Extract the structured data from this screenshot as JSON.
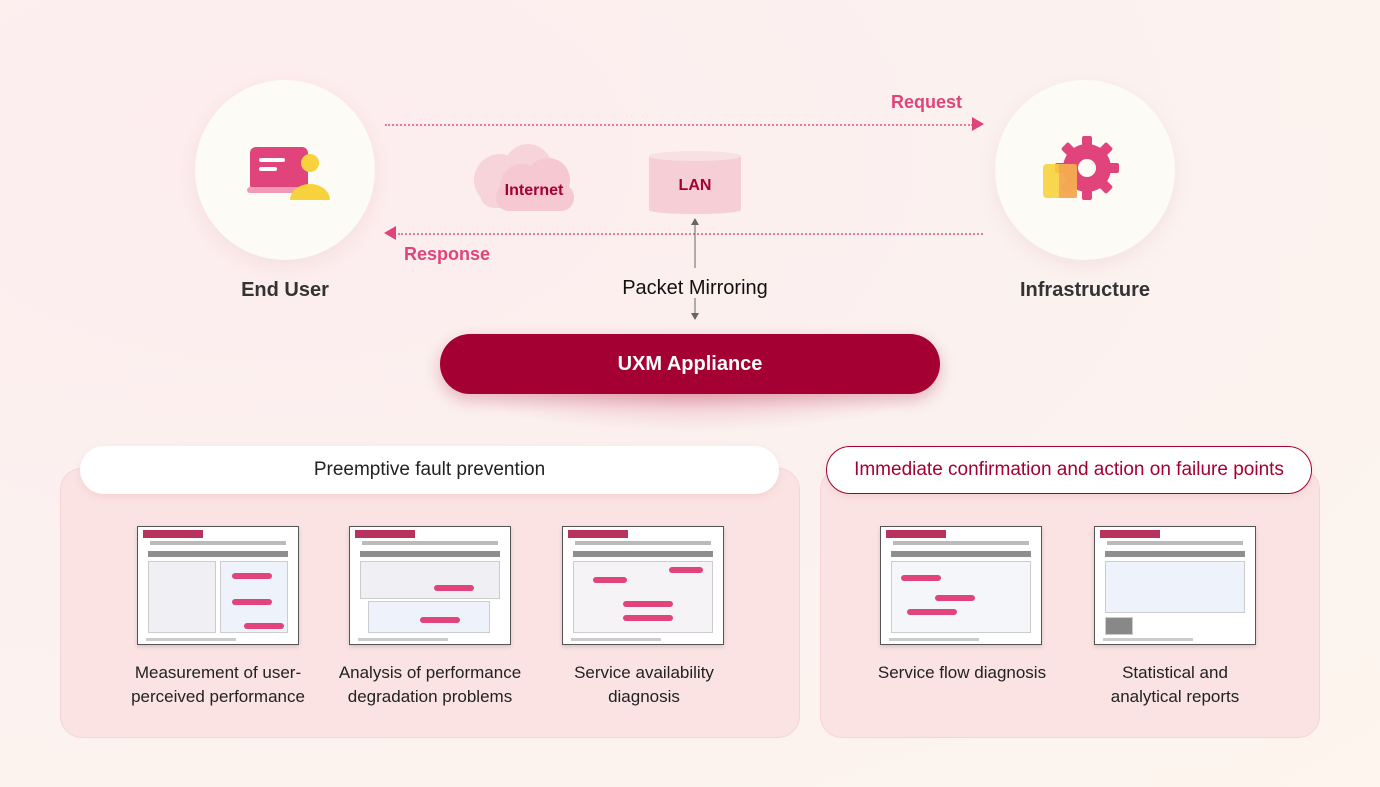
{
  "nodes": {
    "end_user": "End User",
    "infrastructure": "Infrastructure",
    "internet": "Internet",
    "lan": "LAN"
  },
  "flows": {
    "request": "Request",
    "response": "Response",
    "packet_mirroring": "Packet Mirroring"
  },
  "appliance": "UXM Appliance",
  "left_group": {
    "title": "Preemptive fault prevention",
    "items": [
      {
        "caption": "Measurement of user-perceived performance",
        "line1": "Measurement of user-",
        "line2": "perceived performance"
      },
      {
        "caption": "Analysis of performance degradation problems",
        "line1": "Analysis of performance",
        "line2": "degradation problems"
      },
      {
        "caption": "Service availability diagnosis",
        "line1": "Service availability",
        "line2": "diagnosis"
      }
    ]
  },
  "right_group": {
    "title": "Immediate confirmation and action on failure points",
    "items": [
      {
        "caption": "Service flow diagnosis",
        "line1": "Service flow diagnosis",
        "line2": ""
      },
      {
        "caption": "Statistical and analytical reports",
        "line1": "Statistical and",
        "line2": "analytical reports"
      }
    ]
  },
  "colors": {
    "brand": "#a50034",
    "accent_pink": "#e0447a",
    "yellow": "#f7d23c"
  },
  "icons": {
    "end_user": "user-with-card-icon",
    "infrastructure": "gear-with-box-icon",
    "internet": "cloud-icon",
    "lan": "database-cylinder-icon"
  }
}
